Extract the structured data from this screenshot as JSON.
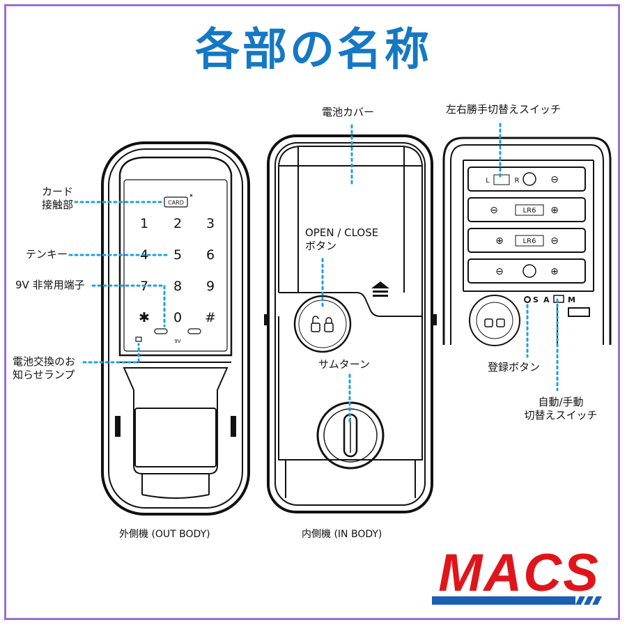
{
  "title": "各部の名称",
  "labels": {
    "card": [
      "カード",
      "接触部"
    ],
    "keypad": "テンキー",
    "terminal": "9V 非常用端子",
    "lamp": [
      "電池交換のお",
      "知らせランプ"
    ],
    "battery_cover": "電池カバー",
    "open_close": [
      "OPEN / CLOSE",
      "ボタン"
    ],
    "thumb_turn": "サムターン",
    "lr_switch": "左右勝手切替えスイッチ",
    "register": "登録ボタン",
    "auto_manual": [
      "自動/手動",
      "切替えスイッチ"
    ],
    "out_body": "外側機 (OUT BODY)",
    "in_body": "内側機 (IN BODY)"
  },
  "keypad_keys": [
    "1",
    "2",
    "3",
    "4",
    "5",
    "6",
    "7",
    "8",
    "9",
    "✱",
    "0",
    "#"
  ],
  "device_text": {
    "card_mark": "CARD",
    "nine_v": "9V",
    "battery_top_l": "L",
    "battery_top_r": "R",
    "battery_2": "LR6",
    "battery_3": "LR6",
    "switch_s": "S",
    "switch_a": "A",
    "switch_m": "M"
  },
  "logo": "MACS",
  "colors": {
    "title": "#1478c4",
    "leader": "#1e9fe0",
    "logo_red": "#e0151b",
    "logo_blue": "#1a5fb4",
    "frame": "#9b6fd0"
  }
}
